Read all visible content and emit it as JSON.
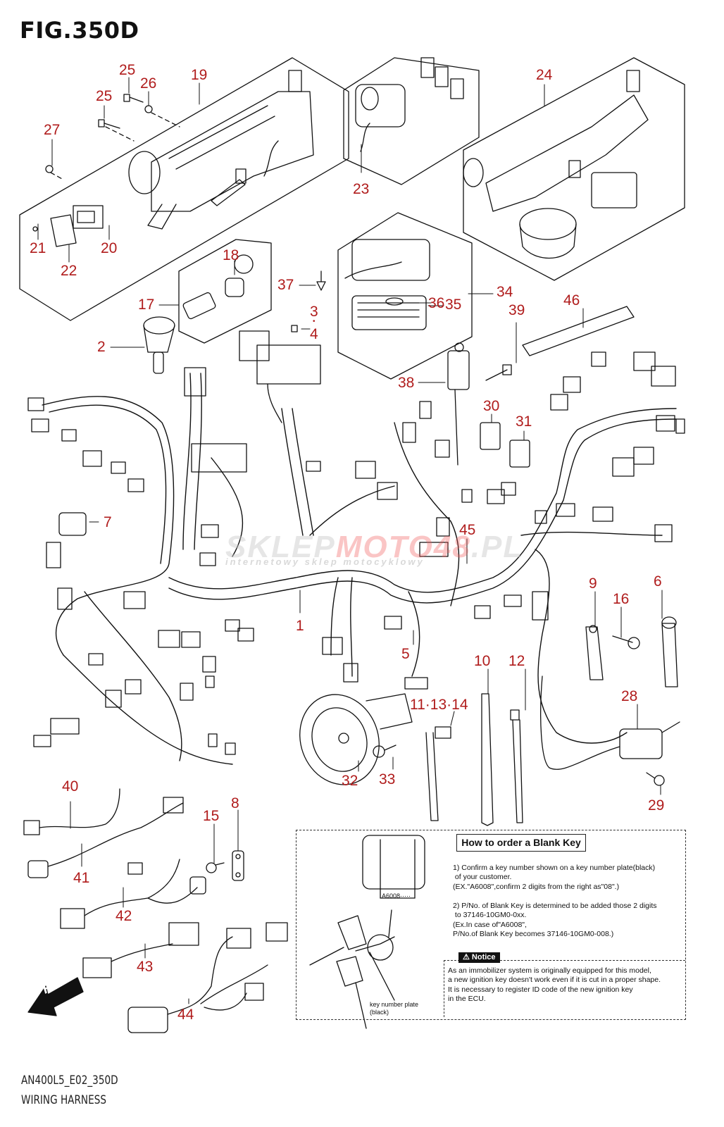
{
  "figure": {
    "title": "FIG.350D",
    "code": "AN400L5_E02_350D",
    "name": "WIRING HARNESS"
  },
  "colors": {
    "callout": "#b01c1c",
    "line": "#111111",
    "background": "#ffffff"
  },
  "watermark": {
    "brand_grey": "SKLEP",
    "brand_red": "MOTO48",
    "suffix": ".PL",
    "tagline": "internetowy sklep motocyklowy"
  },
  "callouts": [
    {
      "id": "c1",
      "label": "1"
    },
    {
      "id": "c2",
      "label": "2"
    },
    {
      "id": "c3",
      "label": "3"
    },
    {
      "id": "c3dot",
      "label": "•"
    },
    {
      "id": "c4",
      "label": "4"
    },
    {
      "id": "c5",
      "label": "5"
    },
    {
      "id": "c6",
      "label": "6"
    },
    {
      "id": "c7",
      "label": "7"
    },
    {
      "id": "c8",
      "label": "8"
    },
    {
      "id": "c9",
      "label": "9"
    },
    {
      "id": "c10",
      "label": "10"
    },
    {
      "id": "c111314",
      "label": "11·13·14"
    },
    {
      "id": "c12",
      "label": "12"
    },
    {
      "id": "c15",
      "label": "15"
    },
    {
      "id": "c16",
      "label": "16"
    },
    {
      "id": "c17",
      "label": "17"
    },
    {
      "id": "c18",
      "label": "18"
    },
    {
      "id": "c19",
      "label": "19"
    },
    {
      "id": "c20",
      "label": "20"
    },
    {
      "id": "c21",
      "label": "21"
    },
    {
      "id": "c22",
      "label": "22"
    },
    {
      "id": "c23",
      "label": "23"
    },
    {
      "id": "c24",
      "label": "24"
    },
    {
      "id": "c25a",
      "label": "25"
    },
    {
      "id": "c25b",
      "label": "25"
    },
    {
      "id": "c26",
      "label": "26"
    },
    {
      "id": "c27",
      "label": "27"
    },
    {
      "id": "c28",
      "label": "28"
    },
    {
      "id": "c29",
      "label": "29"
    },
    {
      "id": "c30",
      "label": "30"
    },
    {
      "id": "c31",
      "label": "31"
    },
    {
      "id": "c32",
      "label": "32"
    },
    {
      "id": "c33",
      "label": "33"
    },
    {
      "id": "c34",
      "label": "34"
    },
    {
      "id": "c35",
      "label": "35"
    },
    {
      "id": "c36",
      "label": "36"
    },
    {
      "id": "c37",
      "label": "37"
    },
    {
      "id": "c38",
      "label": "38"
    },
    {
      "id": "c39",
      "label": "39"
    },
    {
      "id": "c40",
      "label": "40"
    },
    {
      "id": "c41",
      "label": "41"
    },
    {
      "id": "c42",
      "label": "42"
    },
    {
      "id": "c43",
      "label": "43"
    },
    {
      "id": "c44",
      "label": "44"
    },
    {
      "id": "c45",
      "label": "45"
    },
    {
      "id": "c46",
      "label": "46"
    }
  ],
  "blank_key": {
    "title": "How to order a Blank Key",
    "step1": "1) Confirm a key number shown on a key number plate(black)\n of your customer.\n(EX.\"A6008\",confirm 2 digits from the right as\"08\".)",
    "step2": "2) P/No. of Blank Key is determined to be added those 2 digits\n to 37146-10GM0-0xx.\n(Ex.In case of\"A6008\",\nP/No.of Blank Key becomes 37146-10GM0-008.)",
    "plate_code": "A6008·····",
    "plate_label": "key number plate\n(black)",
    "notice_tag": "⚠ Notice",
    "notice_text": "As an immobilizer system is originally equipped for this model,\na new ignition key doesn't work even if it is cut in a proper shape.\nIt is necessary to register ID code of the new ignition key\nin the ECU."
  },
  "fwd_label": "FWD"
}
